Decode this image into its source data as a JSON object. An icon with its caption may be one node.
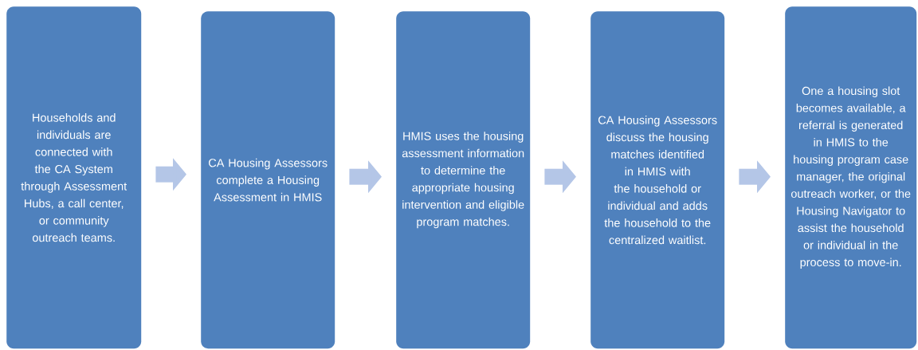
{
  "diagram": {
    "nodes": [
      {
        "text": [
          "Households and individuals are connected with the CA System through Assessment Hubs, a call center, or community outreach teams."
        ]
      },
      {
        "text": [
          "CA Housing Assessors complete a Housing Assessment in HMIS"
        ]
      },
      {
        "text": [
          "HMIS uses the housing assessment information to determine the appropriate housing intervention and eligible program matches."
        ]
      },
      {
        "text": [
          "CA Housing Assessors discuss the housing matches identified in HMIS with the household or individual and adds the household to the centralized waitlist."
        ]
      },
      {
        "text": [
          "One a housing slot becomes available, a referral is generated in HMIS to the housing program case manager, the original outreach worker, or the Housing Navigator to assist the household or individual in the process to move-in."
        ]
      }
    ],
    "edges": [
      {
        "from": 0,
        "to": 1,
        "arrow": "to"
      },
      {
        "from": 1,
        "to": 2,
        "arrow": "to"
      },
      {
        "from": 2,
        "to": 3,
        "arrow": "to"
      },
      {
        "from": 3,
        "to": 4,
        "arrow": "to"
      }
    ]
  }
}
